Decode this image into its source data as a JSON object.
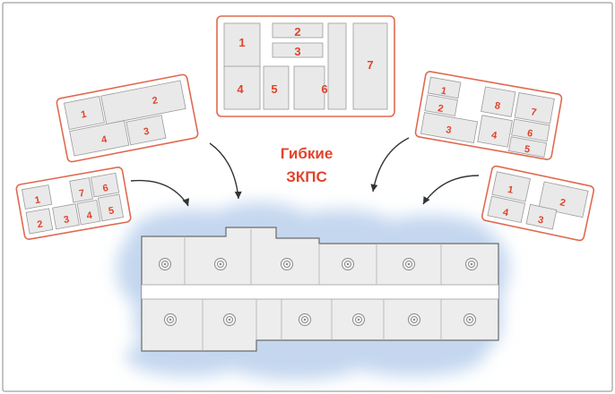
{
  "title": {
    "line1": "Гибкие",
    "line2": "ЗКПС"
  },
  "colors": {
    "accent": "#e0442c",
    "card_stroke": "#e06a50",
    "room_fill": "#e9e9e9",
    "room_stroke": "#9a9a9a",
    "frame": "#6b6b6b",
    "cloud": "#c4d7ef",
    "arrow": "#333333"
  },
  "layouts": {
    "center": [
      "1",
      "2",
      "3",
      "4",
      "5",
      "6",
      "7"
    ],
    "upper_left": [
      "1",
      "2",
      "4",
      "3"
    ],
    "lower_left": [
      "1",
      "7",
      "6",
      "2",
      "3",
      "4",
      "5"
    ],
    "upper_right": [
      "1",
      "2",
      "8",
      "7",
      "6",
      "3",
      "4",
      "5"
    ],
    "lower_right": [
      "1",
      "2",
      "4",
      "3"
    ]
  },
  "icons": {
    "column": "column-ring-icon",
    "arrow": "curved-arrow-icon"
  }
}
